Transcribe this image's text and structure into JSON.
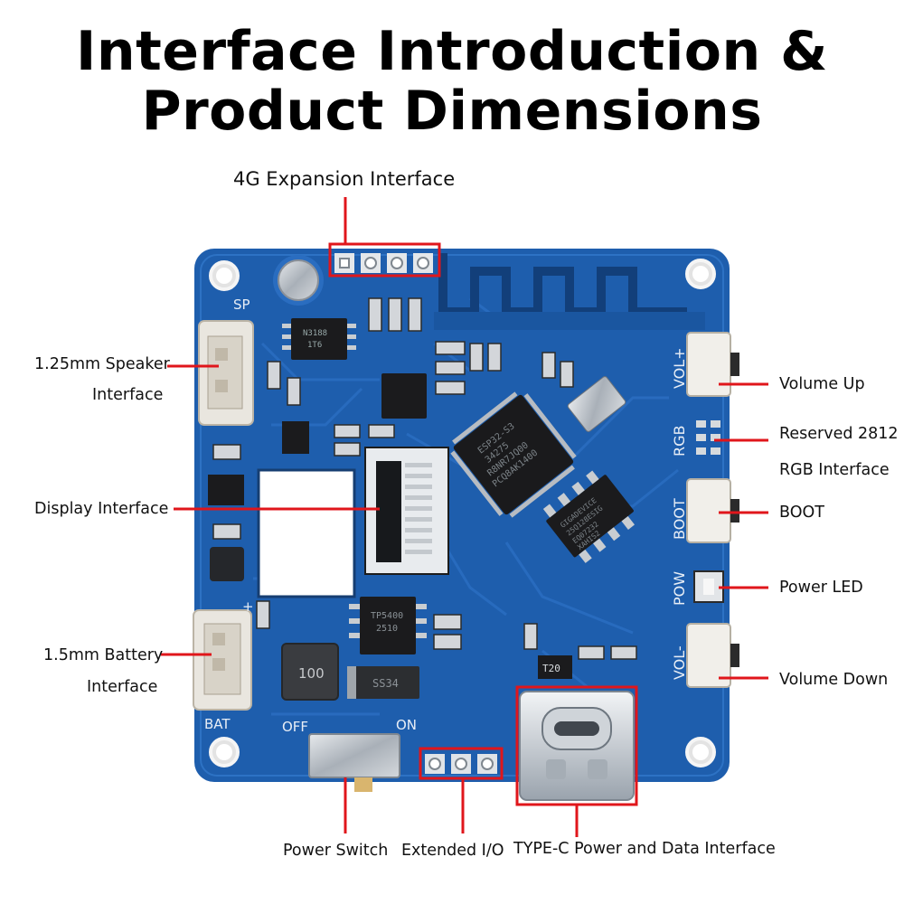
{
  "title": {
    "line1": "Interface Introduction &",
    "line2": "Product Dimensions"
  },
  "board": {
    "silkscreen": {
      "sp": "SP",
      "bat": "BAT",
      "plus": "+",
      "off": "OFF",
      "on": "ON",
      "vol_up": "VOL+",
      "rgb": "RGB",
      "boot": "BOOT",
      "pow": "POW",
      "vol_down": "VOL-",
      "mcu_text": [
        "ESP32-S3",
        "34275",
        "R8NR7JQ00",
        "PCQ8AK1400"
      ],
      "flash_text": [
        "GIGADEVICE",
        "25Q128ESIG",
        "EQ07232",
        "XAHIS2"
      ],
      "charger_text": [
        "TP5400",
        "2510"
      ],
      "diode_text": "SS34",
      "inductor_text": "100",
      "regulator_text": "T20",
      "codec_text": [
        "N3188",
        "1T6"
      ]
    }
  },
  "labels": {
    "expansion_4g": "4G Expansion Interface",
    "speaker_line1": "1.25mm Speaker",
    "speaker_line2": "Interface",
    "display": "Display Interface",
    "battery_line1": "1.5mm Battery",
    "battery_line2": "Interface",
    "power_switch": "Power Switch",
    "extended_io": "Extended I/O",
    "typec": "TYPE-C Power and Data Interface",
    "volume_up": "Volume Up",
    "rgb_line1": "Reserved 2812",
    "rgb_line2": "RGB Interface",
    "boot": "BOOT",
    "power_led": "Power LED",
    "volume_down": "Volume Down"
  },
  "colors": {
    "pcb": "#1f5fb0",
    "pcb_dark": "#123f7a",
    "highlight": "#e0161b",
    "pad": "#c7ccd2"
  }
}
